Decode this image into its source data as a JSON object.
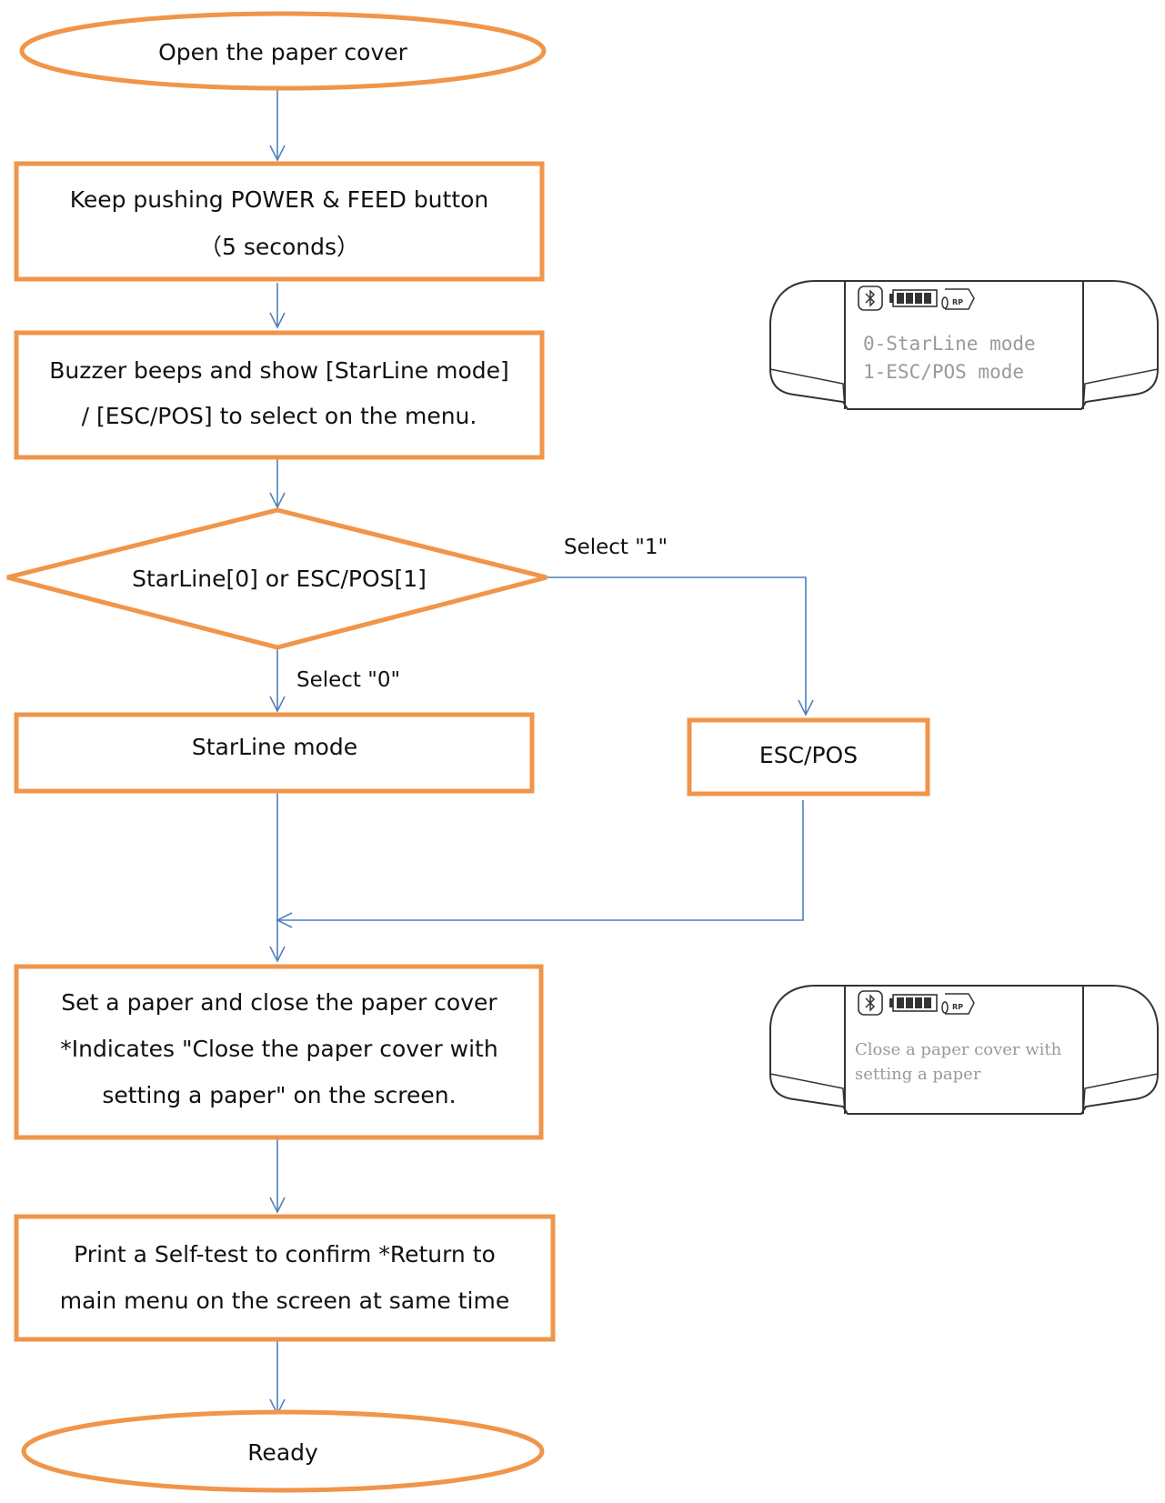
{
  "colors": {
    "node_border": "#f0954a",
    "connector": "#4f81bd",
    "text": "#111111",
    "device_outline": "#333333",
    "lcd_text": "#9a9a9a"
  },
  "nodes": {
    "start": "Open the paper cover",
    "keep_pushing": [
      "Keep pushing POWER & FEED button",
      "（5 seconds）"
    ],
    "buzzer": [
      "Buzzer beeps and show [StarLine mode]",
      "/ [ESC/POS] to select on the menu."
    ],
    "decision": "StarLine[0] or  ESC/POS[1]",
    "starline_mode": "StarLine mode",
    "escpos": "ESC/POS",
    "set_paper": [
      "Set a paper  and  close the paper cover",
      "*Indicates \"Close the paper cover with",
      "setting a paper\" on the screen."
    ],
    "self_test": [
      "Print a Self-test to confirm *Return to",
      "main menu on the screen at same time"
    ],
    "ready": "Ready"
  },
  "edge_labels": {
    "select_1": "Select \"1\"",
    "select_0": "Select \"0\""
  },
  "device_screens": {
    "mode_menu": {
      "icons": [
        "bluetooth-icon",
        "battery-icon",
        "paper-roll-icon"
      ],
      "paper_icon_text": "RP",
      "lines": [
        "0-StarLine mode",
        "1-ESC/POS mode"
      ]
    },
    "close_cover": {
      "icons": [
        "bluetooth-icon",
        "battery-icon",
        "paper-roll-icon"
      ],
      "paper_icon_text": "RP",
      "lines": [
        "Close a paper cover with",
        "setting a paper"
      ]
    }
  }
}
